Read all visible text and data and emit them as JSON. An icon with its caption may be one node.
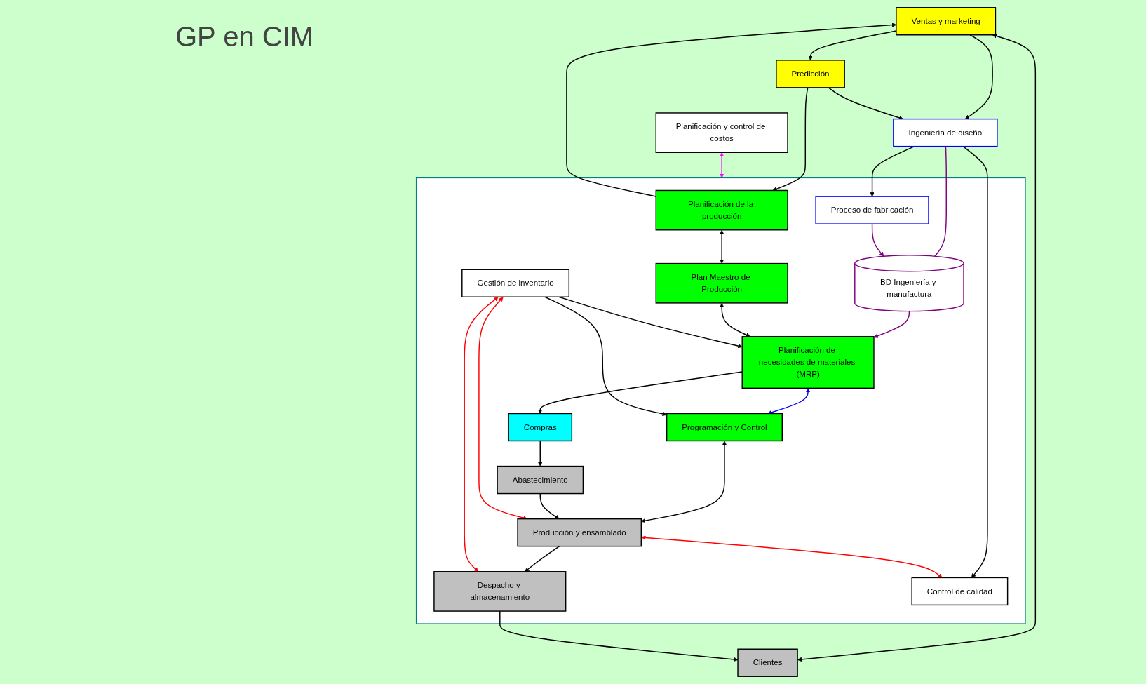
{
  "diagram": {
    "title": "GP en CIM",
    "nodes": [
      {
        "text": [
          "Ventas y marketing"
        ]
      },
      {
        "text": [
          "Planificación y control de costos"
        ]
      },
      {
        "text": [
          "Predicción"
        ]
      },
      {
        "text": [
          "Ingeniería de diseño"
        ]
      },
      {
        "text": [
          "Clientes"
        ]
      },
      {
        "text": [],
        "shape": "box"
      },
      {
        "text": [
          "Planificación de la producción"
        ],
        "in": 5
      },
      {
        "text": [
          "Proceso de fabricación"
        ],
        "in": 5
      },
      {
        "text": [
          "Plan Maestro de Producción"
        ],
        "in": 5
      },
      {
        "text": [
          "BD Ingeniería y manufactura"
        ],
        "in": 5
      },
      {
        "text": [
          "Planificación de necesidades de materiales (MRP)"
        ],
        "in": 5
      },
      {
        "text": [
          "Compras"
        ],
        "in": 5
      },
      {
        "text": [
          "Programación y Control"
        ],
        "in": 5
      },
      {
        "text": [
          "Gestión de inventario"
        ],
        "in": 5
      },
      {
        "text": [
          "Abastecimiento"
        ],
        "in": 5
      },
      {
        "text": [
          "Producción y ensamblado"
        ],
        "in": 5
      },
      {
        "text": [
          "Despacho y almacenamiento"
        ],
        "in": 5
      },
      {
        "text": [
          "Control de calidad"
        ],
        "in": 5
      }
    ],
    "edges": [
      {
        "from": 0,
        "to": 2,
        "arrow": "to"
      },
      {
        "from": 0,
        "to": 4,
        "arrow": "both"
      },
      {
        "from": 0,
        "to": 3,
        "arrow": "to"
      },
      {
        "from": 6,
        "to": 0,
        "arrow": "to"
      },
      {
        "from": 2,
        "to": 3,
        "arrow": "to"
      },
      {
        "from": 2,
        "to": 6,
        "arrow": "to"
      },
      {
        "from": 1,
        "to": 5,
        "arrow": "both",
        "color": "#ff00ff"
      },
      {
        "from": 3,
        "to": 7,
        "arrow": "to"
      },
      {
        "from": 3,
        "to": 17,
        "arrow": "to"
      },
      {
        "from": 3,
        "to": 9,
        "arrow": "none",
        "color": "#800080"
      },
      {
        "from": 7,
        "to": 9,
        "arrow": "to",
        "color": "#800080"
      },
      {
        "from": 9,
        "to": 10,
        "arrow": "to",
        "color": "#800080"
      },
      {
        "from": 6,
        "to": 8,
        "arrow": "both"
      },
      {
        "from": 8,
        "to": 10,
        "arrow": "both"
      },
      {
        "from": 10,
        "to": 11,
        "arrow": "to"
      },
      {
        "from": 10,
        "to": 12,
        "arrow": "both",
        "color": "#0000ff"
      },
      {
        "from": 13,
        "to": 10,
        "arrow": "to"
      },
      {
        "from": 13,
        "to": 12,
        "arrow": "to"
      },
      {
        "from": 12,
        "to": 15,
        "arrow": "both"
      },
      {
        "from": 11,
        "to": 14,
        "arrow": "to"
      },
      {
        "from": 14,
        "to": 15,
        "arrow": "to"
      },
      {
        "from": 15,
        "to": 16,
        "arrow": "to"
      },
      {
        "from": 16,
        "to": 4,
        "arrow": "to"
      },
      {
        "from": 13,
        "to": 15,
        "arrow": "both",
        "color": "#ff0000"
      },
      {
        "from": 13,
        "to": 16,
        "arrow": "both",
        "color": "#ff0000"
      },
      {
        "from": 15,
        "to": 17,
        "arrow": "both",
        "color": "#ff0000"
      }
    ]
  }
}
